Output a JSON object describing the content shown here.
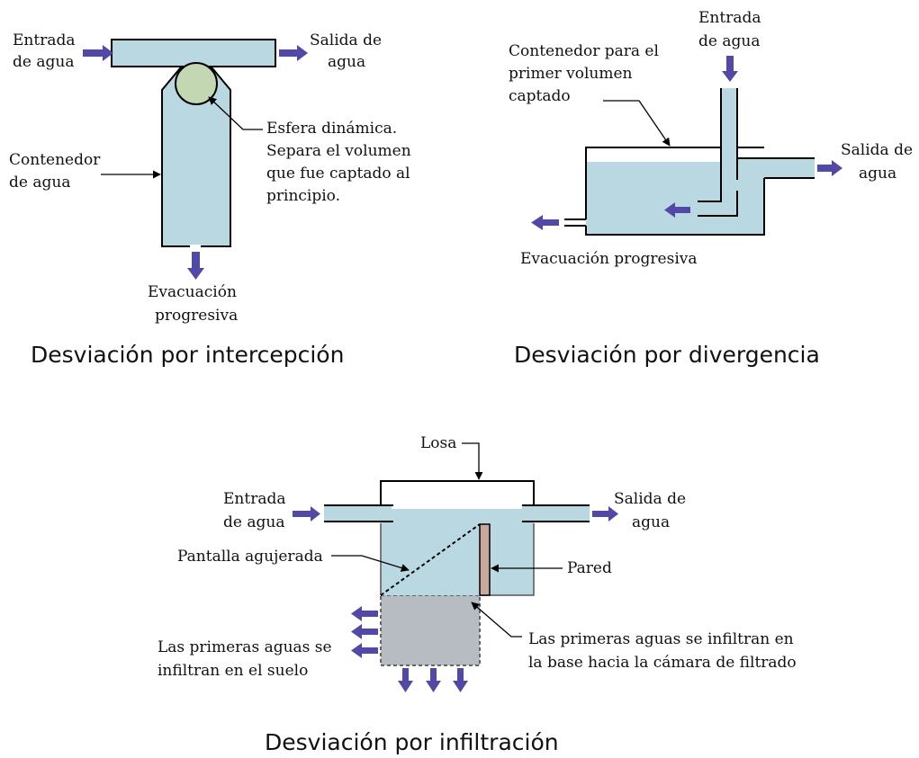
{
  "colors": {
    "water": "#b9d8e1",
    "sphere": "#c3d7b3",
    "arrow": "#5248a8",
    "wall": "#c8a79d",
    "infiltration": "#b6bcc1",
    "outline": "#000000"
  },
  "intercepcion": {
    "title": "Desviación por intercepción",
    "inlet": [
      "Entrada",
      "de agua"
    ],
    "outlet": [
      "Salida de",
      "agua"
    ],
    "container": [
      "Contenedor",
      "de agua"
    ],
    "sphere_note": [
      "Esfera dinámica.",
      "Separa el volumen",
      "que fue captado al",
      "principio."
    ],
    "drain": [
      "Evacuación",
      "progresiva"
    ]
  },
  "divergencia": {
    "title": "Desviación por divergencia",
    "inlet": [
      "Entrada",
      "de agua"
    ],
    "container": [
      "Contenedor para el",
      "primer volumen",
      "captado"
    ],
    "outlet": [
      "Salida de",
      "agua"
    ],
    "drain": "Evacuación progresiva"
  },
  "infiltracion": {
    "title": "Desviación por infiltración",
    "slab": "Losa",
    "inlet": [
      "Entrada",
      "de agua"
    ],
    "outlet": [
      "Salida de",
      "agua"
    ],
    "screen": "Pantalla agujerada",
    "wall": "Pared",
    "soil_note": [
      "Las primeras aguas se",
      "infiltran en el suelo"
    ],
    "base_note": [
      "Las primeras aguas se infiltran en",
      "la base hacia la cámara de filtrado"
    ]
  }
}
